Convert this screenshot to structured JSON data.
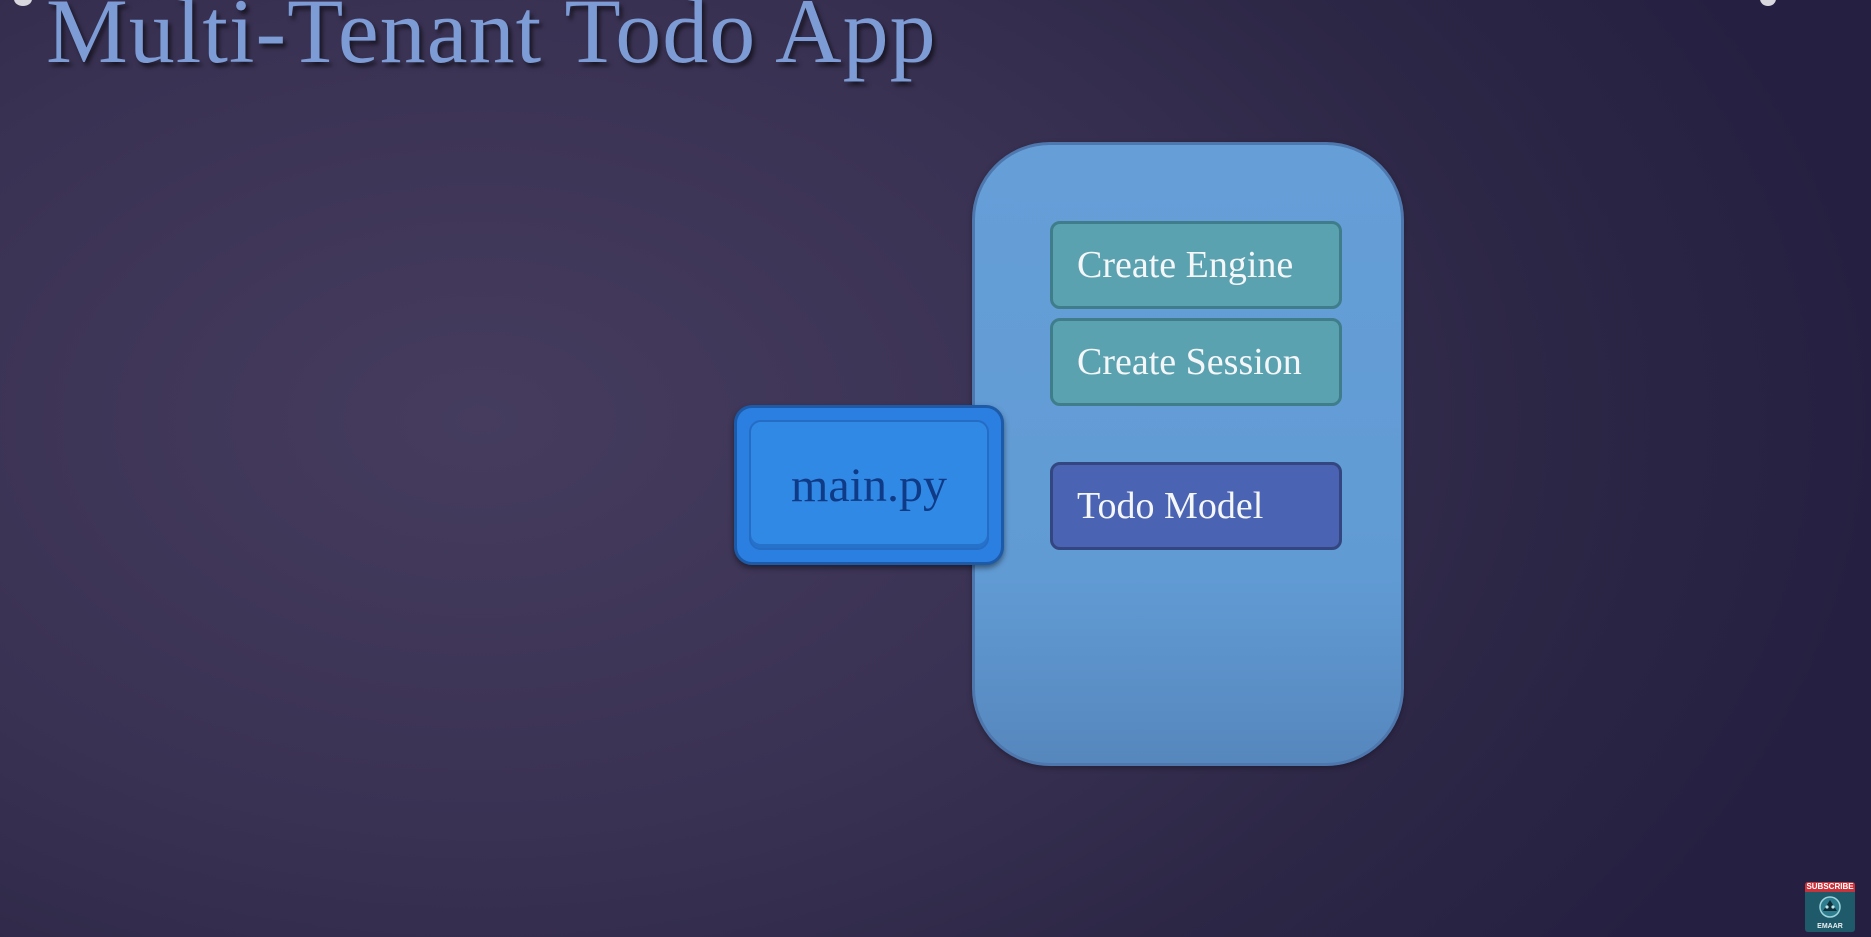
{
  "slide": {
    "title": "Multi-Tenant Todo App"
  },
  "diagram": {
    "nodes": {
      "main": "main.py",
      "create_engine": "Create Engine",
      "create_session": "Create Session",
      "todo_model": "Todo Model"
    }
  },
  "watermark": {
    "subscribe_label": "SUBSCRIBE",
    "channel_text": "EMAAR"
  },
  "colors": {
    "title": "#7d9bd4",
    "container": "#629dd6",
    "main_box": "#2b7fe0",
    "teal_box": "#5aa2b0",
    "indigo_box": "#4a63b2"
  }
}
